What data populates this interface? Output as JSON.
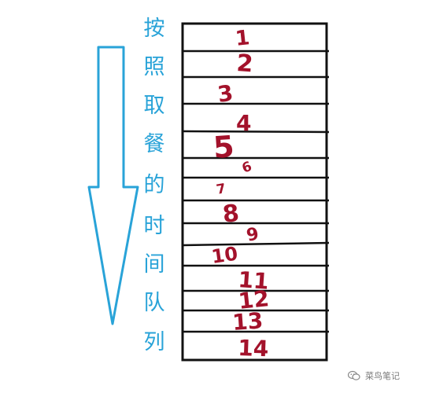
{
  "label_chars": [
    "按",
    "照",
    "取",
    "餐",
    "的",
    "时",
    "间",
    "队",
    "列"
  ],
  "numbers": [
    "1",
    "2",
    "3",
    "4",
    "5",
    "6",
    "7",
    "8",
    "9",
    "10",
    "11",
    "12",
    "13",
    "14"
  ],
  "watermark": "菜鸟笔记",
  "colors": {
    "arrow": "#29a3d8",
    "label": "#29a3d8",
    "numbers": "#a3122b",
    "lines": "#111111"
  }
}
